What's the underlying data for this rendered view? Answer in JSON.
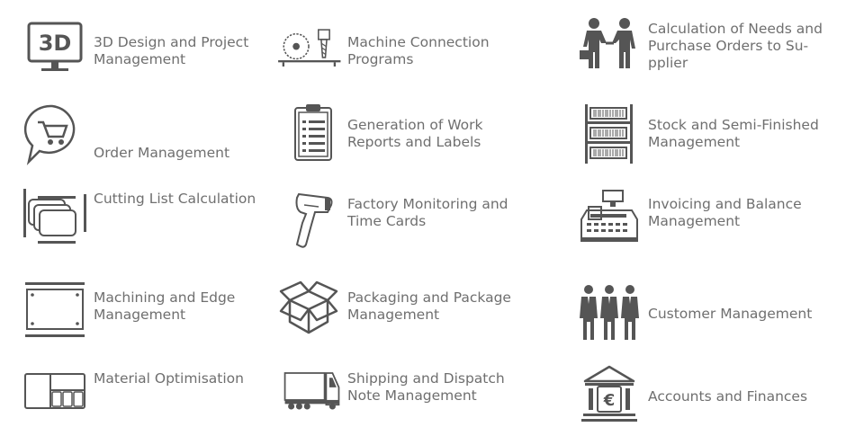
{
  "features": [
    {
      "icon": "3d-monitor-icon",
      "label": "3D Design and Project\nManagement"
    },
    {
      "icon": "saw-drill-icon",
      "label": "Machine Connection\nPrograms"
    },
    {
      "icon": "handshake-icon",
      "label": "Calculation of Needs and\nPurchase Orders to Su-\npplier"
    },
    {
      "icon": "cart-chat-icon",
      "label": "Order Management"
    },
    {
      "icon": "clipboard-icon",
      "label": "Generation of Work\nReports and Labels"
    },
    {
      "icon": "warehouse-shelf-icon",
      "label": "Stock and Semi-Finished\nManagement"
    },
    {
      "icon": "panels-icon",
      "label": "Cutting List Calculation"
    },
    {
      "icon": "barcode-scanner-icon",
      "label": "Factory Monitoring and\nTime Cards"
    },
    {
      "icon": "cash-register-icon",
      "label": "Invoicing and Balance\nManagement"
    },
    {
      "icon": "edged-panel-icon",
      "label": "Machining and Edge\nManagement"
    },
    {
      "icon": "open-box-icon",
      "label": "Packaging and Package\nManagement"
    },
    {
      "icon": "people-group-icon",
      "label": "Customer Management"
    },
    {
      "icon": "panel-layout-icon",
      "label": "Material Optimisation"
    },
    {
      "icon": "truck-icon",
      "label": "Shipping and Dispatch\nNote Management"
    },
    {
      "icon": "bank-euro-icon",
      "label": "Accounts and Finances"
    }
  ],
  "colors": {
    "icon": "#555555",
    "text": "#6f6f6f"
  }
}
